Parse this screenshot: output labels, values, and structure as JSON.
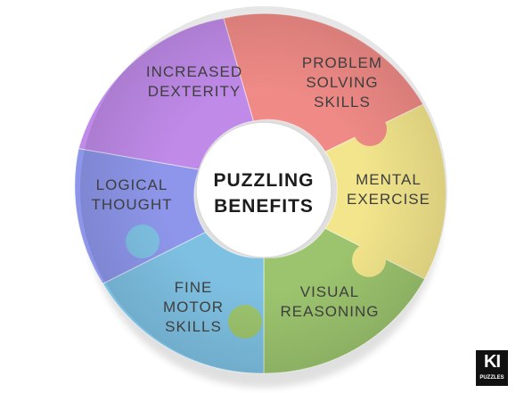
{
  "diagram": {
    "center": {
      "line1": "PUZZLING",
      "line2": "BENEFITS"
    },
    "pieces": [
      {
        "id": "increased-dexterity",
        "line1": "INCREASED",
        "line2": "DEXTERITY",
        "line3": "",
        "color": "#bf8ae8"
      },
      {
        "id": "problem-solving-skills",
        "line1": "PROBLEM",
        "line2": "SOLVING",
        "line3": "SKILLS",
        "color": "#ef8a86"
      },
      {
        "id": "mental-exercise",
        "line1": "MENTAL",
        "line2": "EXERCISE",
        "line3": "",
        "color": "#f2e58c"
      },
      {
        "id": "visual-reasoning",
        "line1": "VISUAL",
        "line2": "REASONING",
        "line3": "",
        "color": "#9cc46e"
      },
      {
        "id": "fine-motor-skills",
        "line1": "FINE",
        "line2": "MOTOR",
        "line3": "SKILLS",
        "color": "#7ec0e2"
      },
      {
        "id": "logical-thought",
        "line1": "LOGICAL",
        "line2": "THOUGHT",
        "line3": "",
        "color": "#8d96ea"
      }
    ]
  },
  "logo": {
    "mark": "KI",
    "sub": "PUZZLES"
  }
}
